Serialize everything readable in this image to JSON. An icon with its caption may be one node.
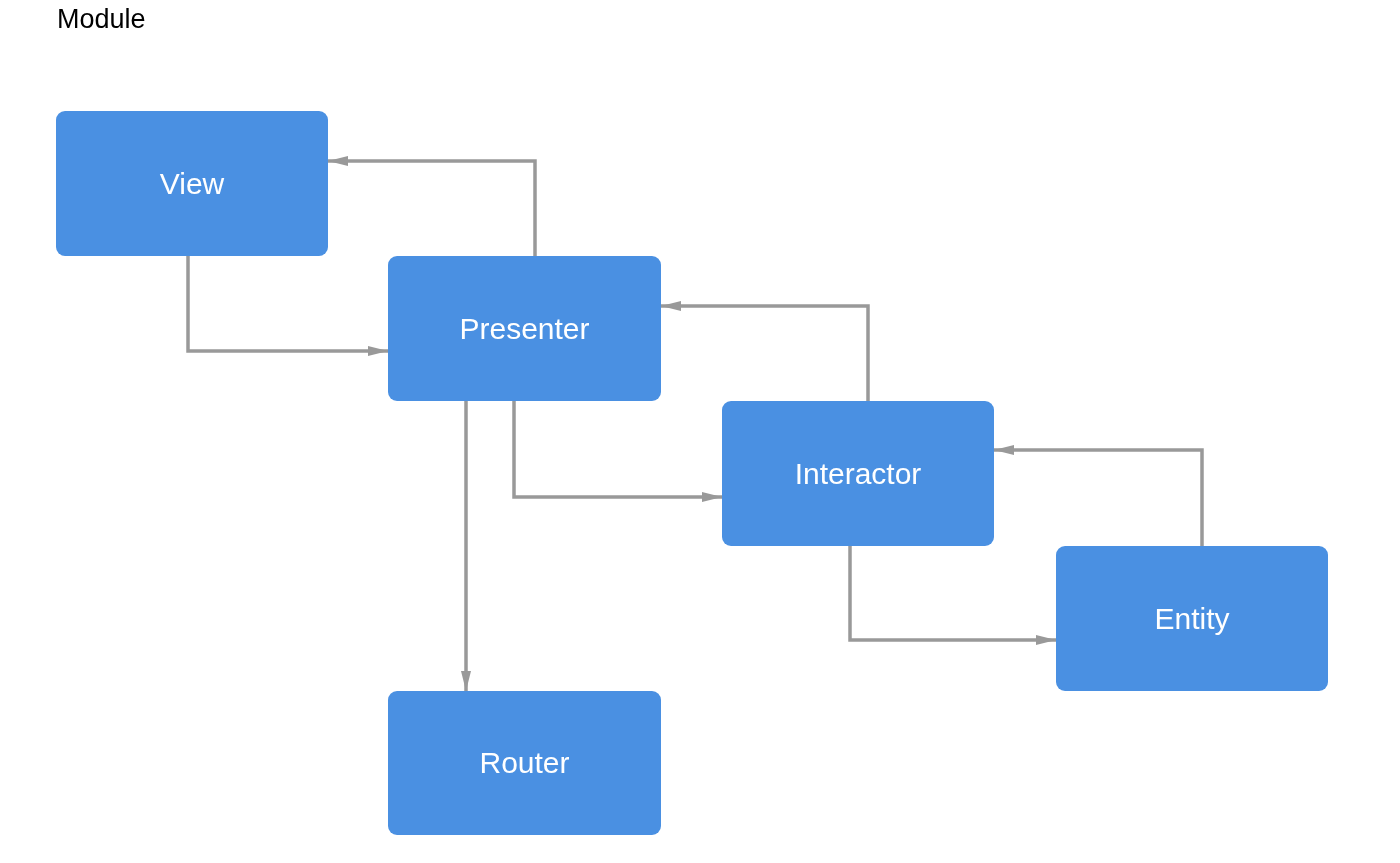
{
  "diagram": {
    "title": "Module",
    "nodes": [
      {
        "text": [
          "View"
        ]
      },
      {
        "text": [
          "Presenter"
        ]
      },
      {
        "text": [
          "Interactor"
        ]
      },
      {
        "text": [
          "Entity"
        ]
      },
      {
        "text": [
          "Router"
        ]
      }
    ],
    "edges": [
      {
        "from": 1,
        "to": 0,
        "arrow": "to"
      },
      {
        "from": 0,
        "to": 1,
        "arrow": "to"
      },
      {
        "from": 2,
        "to": 1,
        "arrow": "to"
      },
      {
        "from": 1,
        "to": 2,
        "arrow": "to"
      },
      {
        "from": 3,
        "to": 2,
        "arrow": "to"
      },
      {
        "from": 2,
        "to": 3,
        "arrow": "to"
      },
      {
        "from": 1,
        "to": 4,
        "arrow": "to"
      }
    ]
  }
}
